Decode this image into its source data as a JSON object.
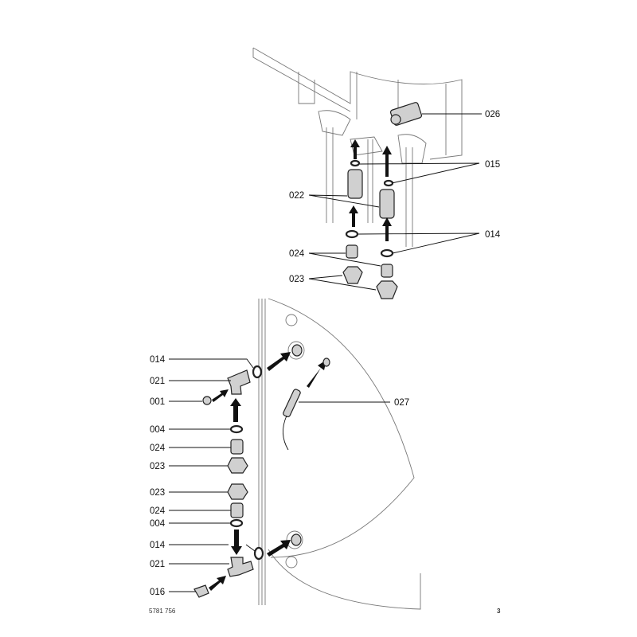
{
  "top_diagram": {
    "labels": {
      "l026": "026",
      "l015": "015",
      "l022": "022",
      "l014": "014",
      "l024": "024",
      "l023": "023"
    }
  },
  "bottom_diagram": {
    "labels": [
      "014",
      "021",
      "001",
      "004",
      "024",
      "023",
      "023",
      "024",
      "004",
      "014",
      "021",
      "016"
    ],
    "sensor_label": "027"
  },
  "footer": {
    "doc_number": "5781 756",
    "page_number": "3"
  }
}
